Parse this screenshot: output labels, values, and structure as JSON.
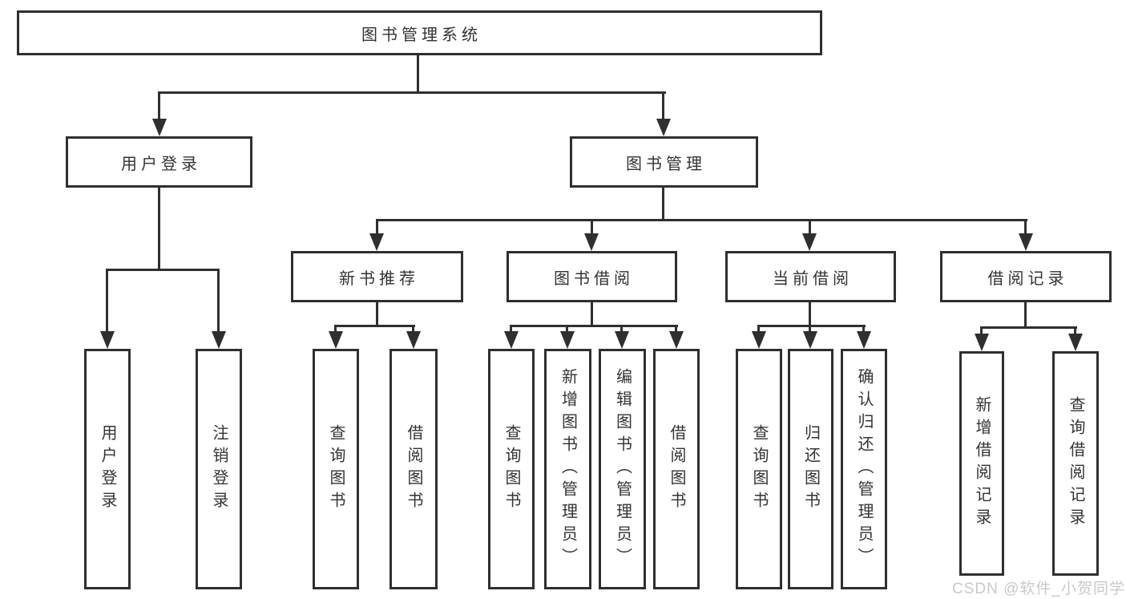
{
  "colors": {
    "line": "#2f2f2f",
    "background": "#ffffff",
    "watermark": "#c9c9c9"
  },
  "watermark": "CSDN @软件_小贺同学",
  "tree": {
    "root": {
      "label": "图书管理系统"
    },
    "branches": [
      {
        "label": "用户登录",
        "children": [
          {
            "label": "用户登录"
          },
          {
            "label": "注销登录"
          }
        ]
      },
      {
        "label": "图书管理",
        "children": [
          {
            "label": "新书推荐",
            "children": [
              {
                "label": "查询图书"
              },
              {
                "label": "借阅图书"
              }
            ]
          },
          {
            "label": "图书借阅",
            "children": [
              {
                "label": "查询图书"
              },
              {
                "label": "新增图书（管理员）"
              },
              {
                "label": "编辑图书（管理员）"
              },
              {
                "label": "借阅图书"
              }
            ]
          },
          {
            "label": "当前借阅",
            "children": [
              {
                "label": "查询图书"
              },
              {
                "label": "归还图书"
              },
              {
                "label": "确认归还（管理员）"
              }
            ]
          },
          {
            "label": "借阅记录",
            "children": [
              {
                "label": "新增借阅记录"
              },
              {
                "label": "查询借阅记录"
              }
            ]
          }
        ]
      }
    ]
  }
}
